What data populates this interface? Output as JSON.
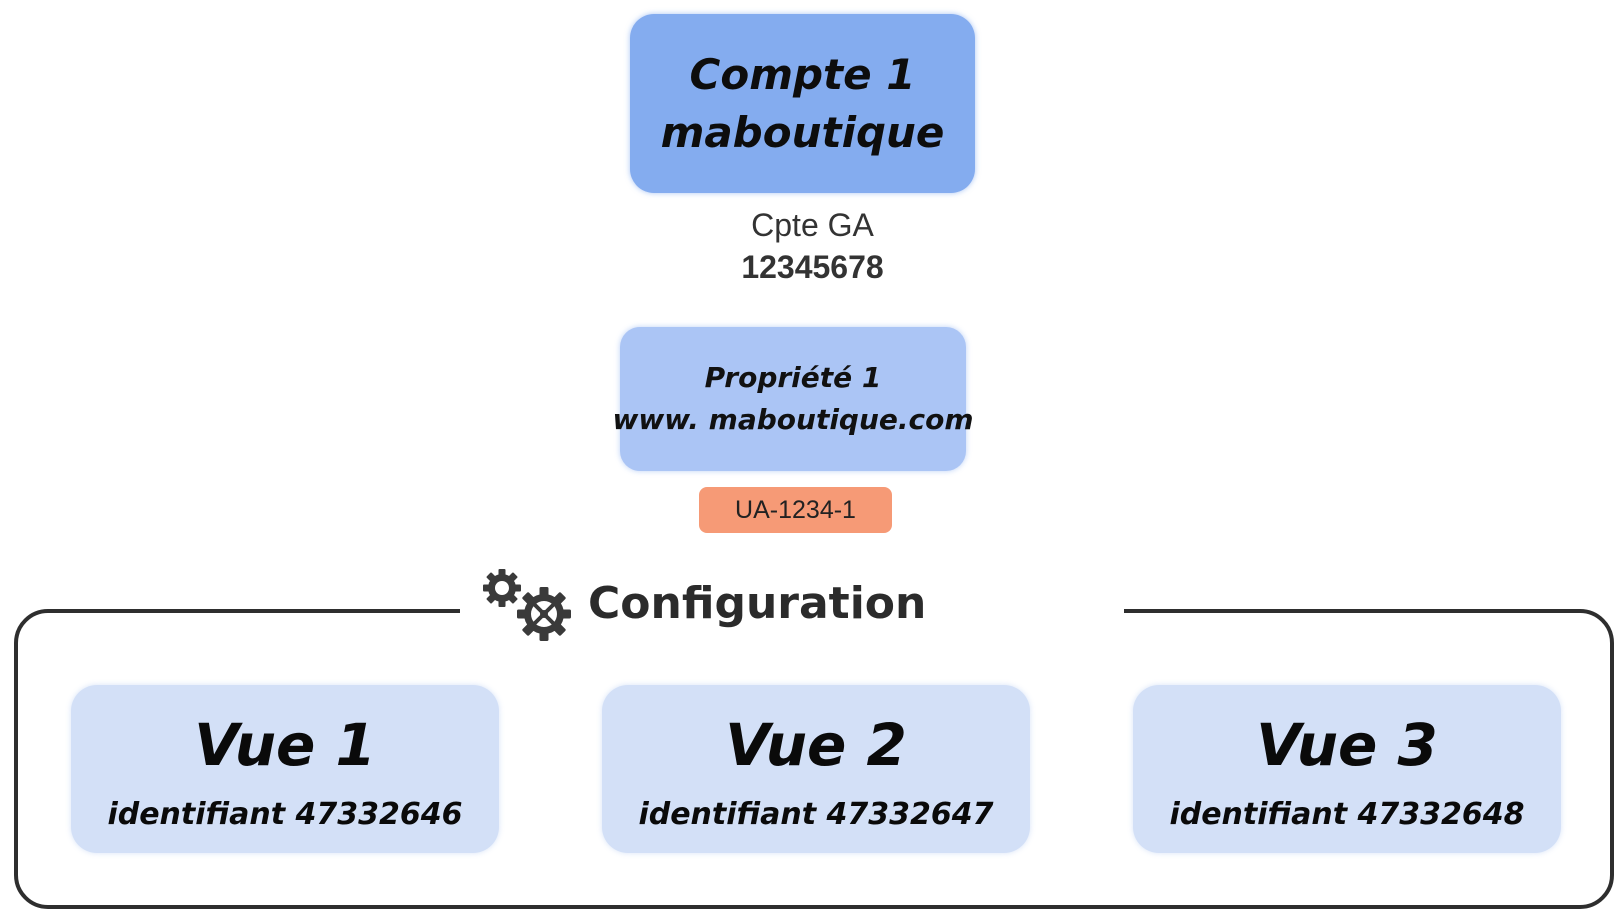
{
  "account": {
    "line1": "Compte 1",
    "line2": "maboutique",
    "color": "#84acef"
  },
  "ga_account": {
    "label": "Cpte GA",
    "number": "12345678"
  },
  "property": {
    "line1": "Propriété  1",
    "line2": "www. maboutique.com",
    "color": "#abc5f5"
  },
  "tracking_id": {
    "label": "UA-1234-1",
    "color": "#f69a76"
  },
  "configuration": {
    "title": "Configuration",
    "icon": "gears-icon"
  },
  "views": [
    {
      "title": "Vue 1",
      "id_label": "identifiant 47332646"
    },
    {
      "title": "Vue 2",
      "id_label": "identifiant 47332647"
    },
    {
      "title": "Vue 3",
      "id_label": "identifiant 47332648"
    }
  ],
  "view_color": "#d3e0f7"
}
